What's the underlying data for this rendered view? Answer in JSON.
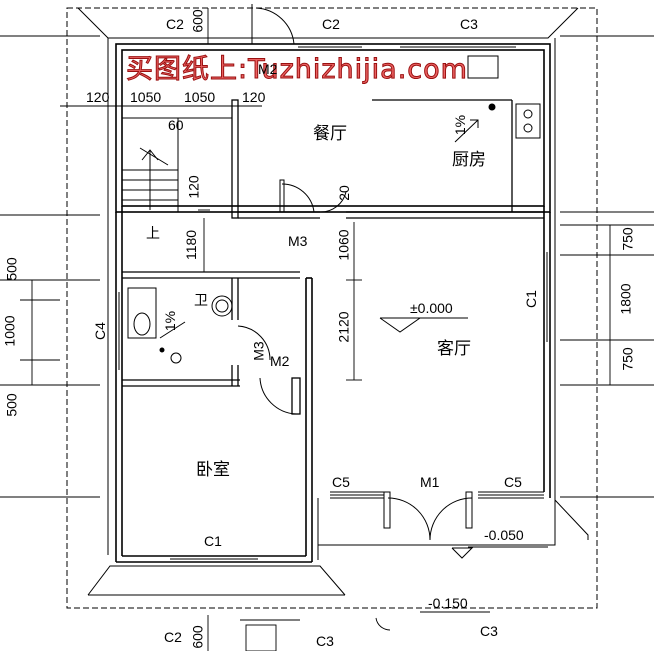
{
  "watermark": "买图纸上:Tuzhizhijia.com",
  "rooms": {
    "dining": "餐厅",
    "kitchen": "厨房",
    "living": "客厅",
    "bedroom": "卧室",
    "bath": "卫",
    "stair_up": "上"
  },
  "levels": {
    "floor": "±0.000",
    "porch": "-0.050",
    "step": "-0.150"
  },
  "slopes": [
    "1%",
    "1%"
  ],
  "codes": {
    "c1_right": "C1",
    "c1_bottom": "C1",
    "c2_top": "C2",
    "c2_top_left": "C2",
    "c2_bottom": "C2",
    "c3_top": "C3",
    "c3_bottom_a": "C3",
    "c3_bottom_b": "C3",
    "c4": "C4",
    "c5_left": "C5",
    "c5_right": "C5",
    "m1": "M1",
    "m2_top": "M2",
    "m2_bath": "M2",
    "m3_left": "M3",
    "m3_bath": "M3"
  },
  "dimensions": {
    "d120_a": "120",
    "d1050_a": "1050",
    "d1050_b": "1050",
    "d120_b": "120",
    "d60": "60",
    "d120_c": "120",
    "d1180": "1180",
    "d20": "20",
    "d1060": "1060",
    "d2120": "2120",
    "left_500_top": "500",
    "left_1000": "1000",
    "left_500_bot": "500",
    "right_750_top": "750",
    "right_1800": "1800",
    "right_750_bot": "750",
    "d600_top": "600",
    "d600_bot": "600"
  }
}
